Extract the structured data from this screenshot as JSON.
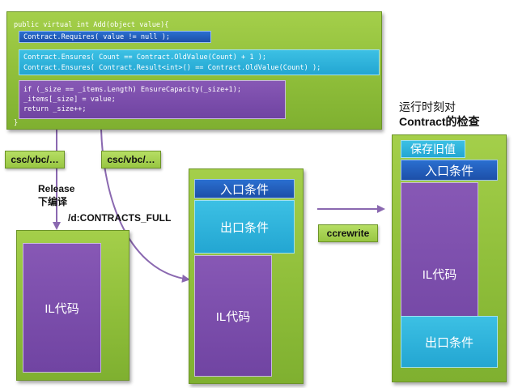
{
  "code_panel": {
    "signature": "public virtual int Add(object value){",
    "requires": "Contract.Requires( value != null );",
    "ensures_1": "Contract.Ensures( Count == Contract.OldValue(Count) + 1 );",
    "ensures_2": "Contract.Ensures( Contract.Result<int>() == Contract.OldValue(Count) );",
    "body_1": "if (_size == _items.Length) EnsureCapacity(_size+1);",
    "body_2": "_items[_size] = value;",
    "body_3": "return _size++;",
    "closing": "}"
  },
  "compiler_left": "csc/vbc/…",
  "compiler_right": "csc/vbc/…",
  "release_note_line1": "Release",
  "release_note_line2": "下编译",
  "contracts_full_flag": "/d:CONTRACTS_FULL",
  "ccrewrite_label": "ccrewrite",
  "runtime_title_line1": "运行时刻对",
  "runtime_title_line2": "Contract的检查",
  "release_il": "IL代码",
  "full_build": {
    "entry": "入口条件",
    "exit": "出口条件",
    "il": "IL代码"
  },
  "rewritten": {
    "save_old": "保存旧值",
    "entry": "入口条件",
    "il": "IL代码",
    "exit": "出口条件"
  },
  "colors": {
    "green": "#8fbe3a",
    "purple": "#7044a2",
    "blue": "#1d4fa8",
    "cyan": "#23a6d2",
    "arrow": "#8a68b0"
  }
}
